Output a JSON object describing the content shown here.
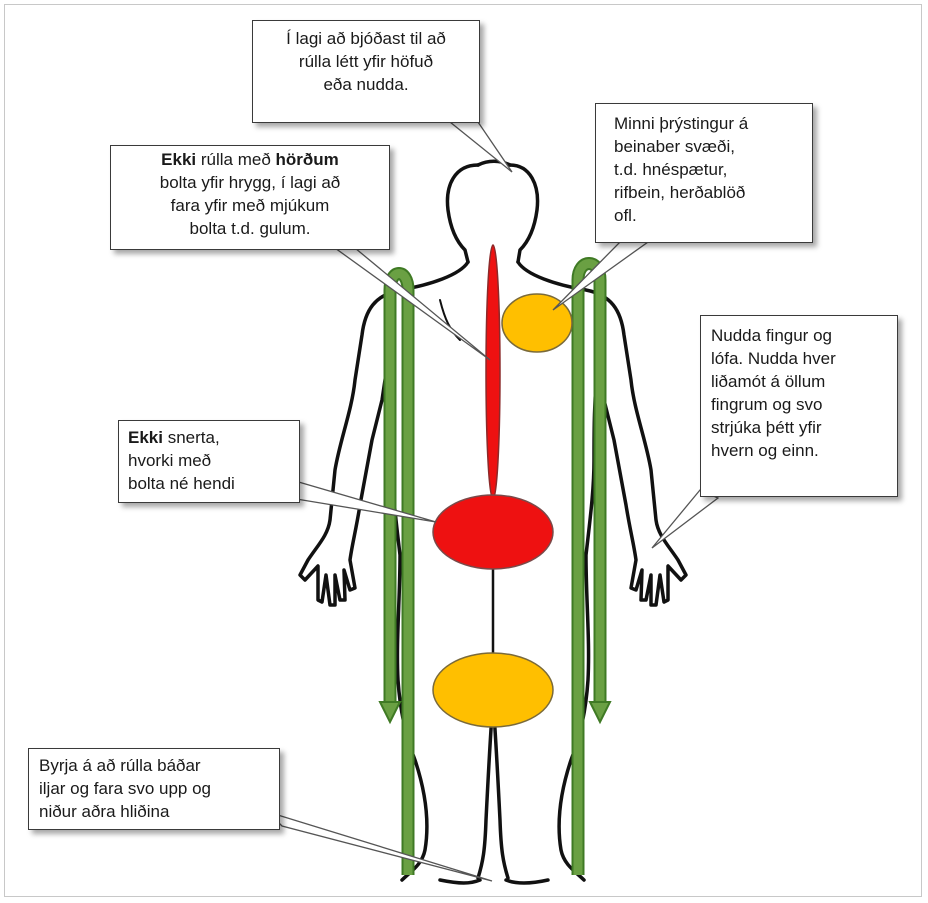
{
  "callouts": {
    "head": {
      "line1": "Í lagi að bjóðast til að",
      "line2": "rúlla létt yfir höfuð",
      "line3": "eða nudda."
    },
    "spine": {
      "bold1": "Ekki",
      "text1": " rúlla með ",
      "bold2": "hörðum",
      "line2": "bolta yfir hrygg, í lagi að",
      "line3": "fara yfir með mjúkum",
      "line4": "bolta t.d. gulum."
    },
    "bones": {
      "line1": "Minni þrýstingur á",
      "line2": "beinaber svæði,",
      "line3": "t.d. hnéspætur,",
      "line4": "rifbein, herðablöð",
      "line5": "ofl."
    },
    "hands": {
      "line1": "Nudda fingur og",
      "line2": "lófa. Nudda hver",
      "line3": "liðamót á öllum",
      "line4": "fingrum og svo",
      "line5": "strjúka þétt yfir",
      "line6": "hvern og einn."
    },
    "kidney": {
      "bold1": "Ekki",
      "text1": " snerta,",
      "line2": "hvorki með",
      "line3": "bolta né hendi"
    },
    "start": {
      "line1": "Byrja á að rúlla báðar",
      "line2": "iljar og fara svo upp og",
      "line3": "niður aðra hliðina"
    }
  },
  "colors": {
    "red_zone": "#ee1111",
    "yellow_zone": "#ffbf00",
    "arrow_green": "#6aa043",
    "arrow_green_dark": "#3f7a24",
    "outline": "#111111"
  }
}
